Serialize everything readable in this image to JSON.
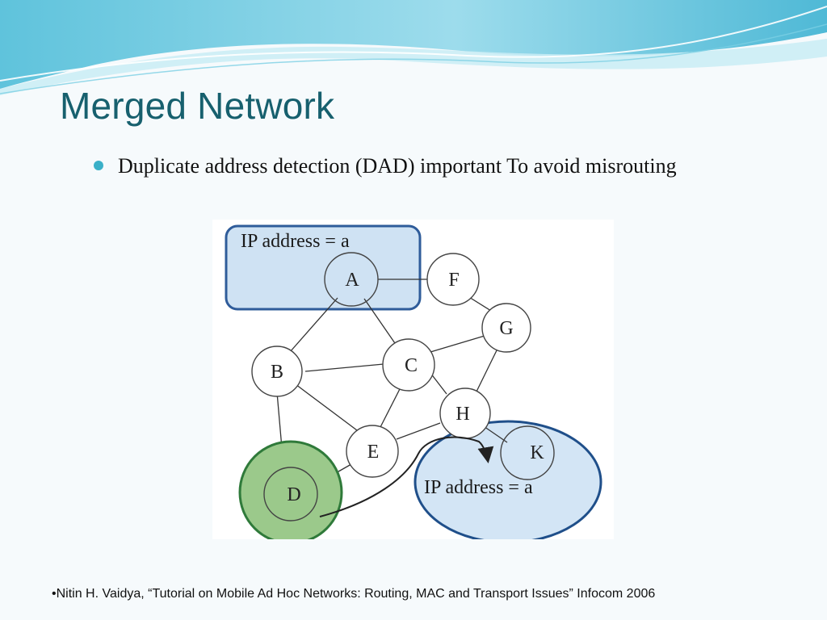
{
  "slide": {
    "title": "Merged Network",
    "bullet": "Duplicate address detection (DAD) important To avoid misrouting",
    "footnote": "•Nitin H. Vaidya, “Tutorial on Mobile Ad Hoc Networks: Routing, MAC and Transport Issues” Infocom 2006"
  },
  "figure": {
    "left_label": "IP address = a",
    "right_label": "IP address = a",
    "nodes": {
      "A": "A",
      "F": "F",
      "G": "G",
      "B": "B",
      "C": "C",
      "H": "H",
      "E": "E",
      "K": "K",
      "D": "D"
    }
  },
  "colors": {
    "title": "#17606e",
    "bullet": "#3ab0c8",
    "left_region_fill": "#cfe2f3",
    "left_region_stroke": "#2f5c9a",
    "right_region_fill": "#d3e5f5",
    "right_region_stroke": "#1f4f8a",
    "node_d_fill": "#9bc98b",
    "node_d_stroke": "#2f7a3a"
  }
}
